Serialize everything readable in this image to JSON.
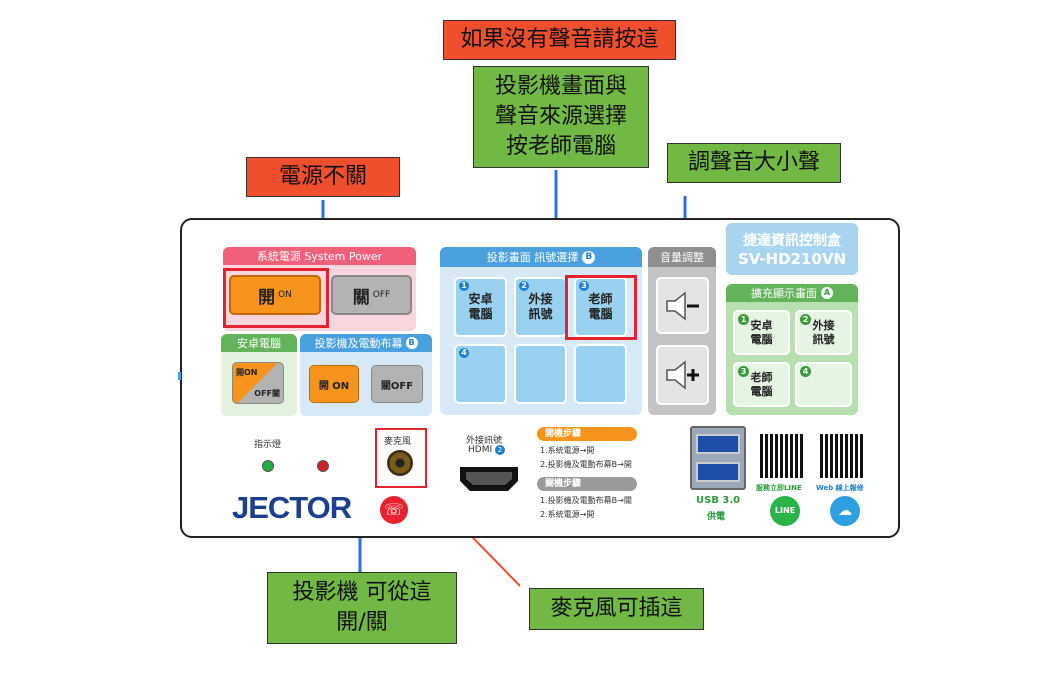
{
  "callouts": {
    "no_sound": "如果沒有聲音請按這",
    "source_select": [
      "投影機畫面與",
      "聲音來源選擇",
      "按老師電腦"
    ],
    "volume": "調聲音大小聲",
    "power": "電源不關",
    "projector_onoff": [
      "投影機 可從這",
      "開/關"
    ],
    "mic": "麥克風可插這"
  },
  "panel": {
    "system_power": {
      "header": "系統電源 System Power",
      "on_label": "開",
      "on_sub": "ON",
      "off_label": "關",
      "off_sub": "OFF"
    },
    "android": {
      "header": "安卓電腦",
      "on": "開ON",
      "off": "OFF關"
    },
    "projector": {
      "header": "投影機及電動布幕",
      "badge": "B",
      "on": "開 ON",
      "off": "關OFF"
    },
    "display": {
      "header": "投影畫面 訊號選擇",
      "badge": "B",
      "tiles": [
        {
          "num": "1",
          "label": "安卓\n電腦"
        },
        {
          "num": "2",
          "label": "外接\n訊號"
        },
        {
          "num": "3",
          "label": "老師\n電腦"
        },
        {
          "num": "4",
          "label": ""
        },
        {
          "num": "",
          "label": ""
        },
        {
          "num": "",
          "label": ""
        }
      ]
    },
    "volume": {
      "header": "音量調整",
      "down": "−",
      "up": "+"
    },
    "brand_box": {
      "line1": "捷達資訊控制盒",
      "line2": "SV-HD210VN"
    },
    "extended": {
      "header": "擴充顯示畫面",
      "badge": "A",
      "tiles": [
        {
          "num": "1",
          "label": "安卓\n電腦"
        },
        {
          "num": "2",
          "label": "外接\n訊號"
        },
        {
          "num": "3",
          "label": "老師\n電腦"
        },
        {
          "num": "4",
          "label": ""
        }
      ]
    },
    "indicator_label": "指示燈",
    "mic_label": "麥克風",
    "hdmi_label": "外接訊號",
    "hdmi_sub": "HDMI",
    "hdmi_badge": "2",
    "power_on_steps": {
      "title": "開機步驟",
      "lines": [
        "1.系統電源→開",
        "2.投影機及電動布幕B→開"
      ]
    },
    "power_off_steps": {
      "title": "關機步驟",
      "lines": [
        "1.投影機及電動布幕B→關",
        "2.系統電源→開"
      ]
    },
    "usb_label": "USB 3.0",
    "usb_sub": "供電",
    "qr1_label": "服務立即LINE",
    "qr2_label": "Web 線上報修",
    "line_icon_text": "LINE",
    "logo": "JECTOR"
  },
  "colors": {
    "red_callout": "#ef4f2c",
    "green_callout": "#71b844",
    "power_pink": "#f0607a",
    "blue_header": "#4aa0dc",
    "green_header": "#63b35a",
    "orange_btn": "#f7941d",
    "gray_btn": "#b3b3b3"
  }
}
